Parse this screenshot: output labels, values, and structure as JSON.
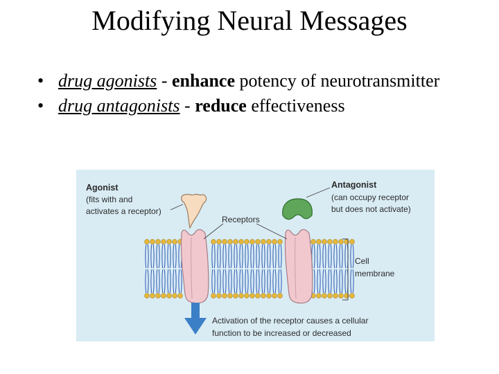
{
  "slide": {
    "title": "Modifying Neural Messages",
    "bullets": [
      {
        "term": "drug agonists",
        "sep1": " - ",
        "verb": "enhance",
        "rest": " potency of neurotransmitter"
      },
      {
        "term": "drug antagonists",
        "sep1": " - ",
        "verb": "reduce",
        "rest": " effectiveness"
      }
    ]
  },
  "diagram": {
    "agonist": {
      "title": "Agonist",
      "desc_line1": "(fits with and",
      "desc_line2": "activates a receptor)"
    },
    "antagonist": {
      "title": "Antagonist",
      "desc_line1": "(can occupy receptor",
      "desc_line2": "but does not activate)"
    },
    "receptors_label": "Receptors",
    "membrane_line1": "Cell",
    "membrane_line2": "membrane",
    "activation_line1": "Activation of the receptor causes a cellular",
    "activation_line2": "function to be increased or decreased",
    "colors": {
      "background": "#d9ecf4",
      "receptor": "#f2c8cf",
      "agonist_drug": "#f7dcc0",
      "antagonist_drug": "#5fa65a",
      "arrow": "#3b7fc6",
      "lipid_head": "#e6b83a",
      "lipid_tail": "#3a63b8"
    }
  }
}
